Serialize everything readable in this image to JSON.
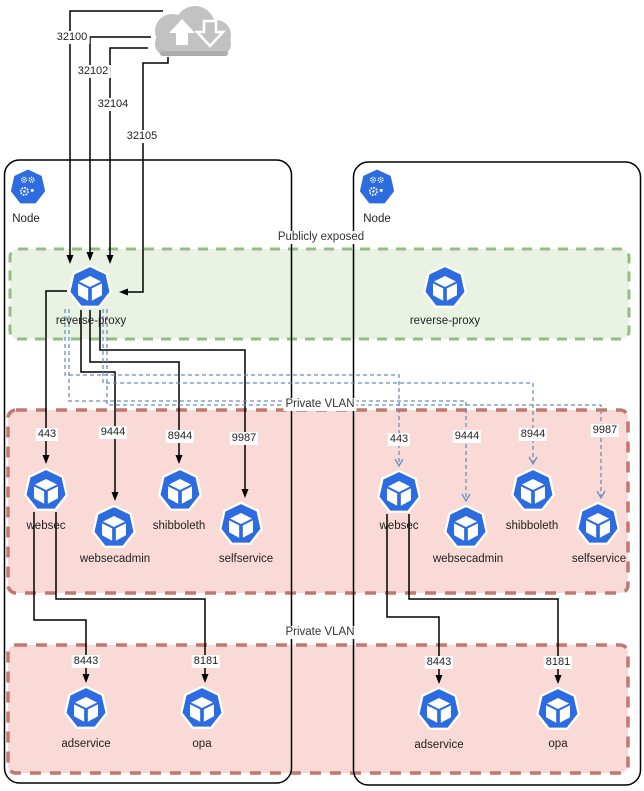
{
  "zones": {
    "public": {
      "label": "Publicly exposed"
    },
    "vlan_services": {
      "label": "Private VLAN"
    },
    "vlan_backend": {
      "label": "Private VLAN"
    }
  },
  "ingress_ports": [
    "32100",
    "32102",
    "32104",
    "32105"
  ],
  "nodes": {
    "left": {
      "label": "Node",
      "proxy": {
        "label": "reverse-proxy"
      },
      "services": [
        {
          "label": "websec",
          "port": "443"
        },
        {
          "label": "websecadmin",
          "port": "9444"
        },
        {
          "label": "shibboleth",
          "port": "8944"
        },
        {
          "label": "selfservice",
          "port": "9987"
        }
      ],
      "backends": [
        {
          "label": "adservice",
          "port": "8443"
        },
        {
          "label": "opa",
          "port": "8181"
        }
      ]
    },
    "right": {
      "label": "Node",
      "proxy": {
        "label": "reverse-proxy"
      },
      "services": [
        {
          "label": "websec",
          "port": "443"
        },
        {
          "label": "websecadmin",
          "port": "9444"
        },
        {
          "label": "shibboleth",
          "port": "8944"
        },
        {
          "label": "selfservice",
          "port": "9987"
        }
      ],
      "backends": [
        {
          "label": "adservice",
          "port": "8443"
        },
        {
          "label": "opa",
          "port": "8181"
        }
      ]
    }
  },
  "colors": {
    "k8s_blue": "#2d6ce0",
    "public_zone_fill": "#e9f2e3",
    "public_zone_border": "#94bd84",
    "vlan_fill": "#f9dad6",
    "vlan_border": "#c1786f",
    "edge_black": "#000000",
    "edge_blue_dashed": "#6c8ebf",
    "cloud_gray": "#c2c2c2"
  }
}
